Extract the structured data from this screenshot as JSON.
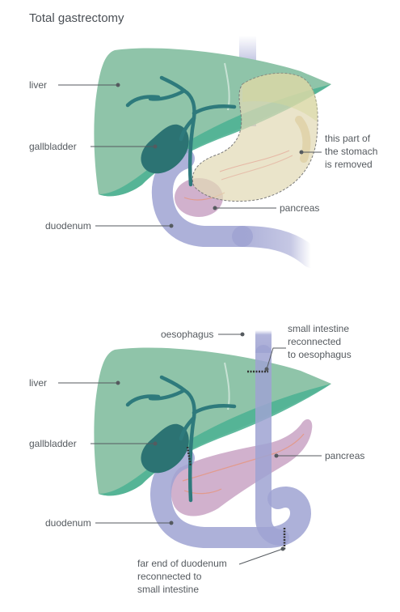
{
  "title": "Total gastrectomy",
  "before": {
    "labels": {
      "liver": "liver",
      "gallbladder": "gallbladder",
      "duodenum": "duodenum",
      "pancreas": "pancreas",
      "stomach_removed": [
        "this part of",
        "the stomach",
        "is removed"
      ]
    }
  },
  "after": {
    "labels": {
      "oesophagus": "oesophagus",
      "small_intestine_reconnected": [
        "small intestine",
        "reconnected",
        "to oesophagus"
      ],
      "liver": "liver",
      "gallbladder": "gallbladder",
      "pancreas": "pancreas",
      "duodenum": "duodenum",
      "far_end_reconnected": [
        "far end of duodenum",
        "reconnected to",
        "small intestine"
      ]
    }
  },
  "colors": {
    "liver": "#8fc4a9",
    "liver_lower": "#4fb394",
    "bile_duct": "#2e7a7c",
    "gallbladder": "#2c7373",
    "duodenum": "#9fa3d2",
    "pancreas": "#c9a3c4",
    "stomach_fill": "#e2dab5",
    "label_text": "#555a5f"
  }
}
